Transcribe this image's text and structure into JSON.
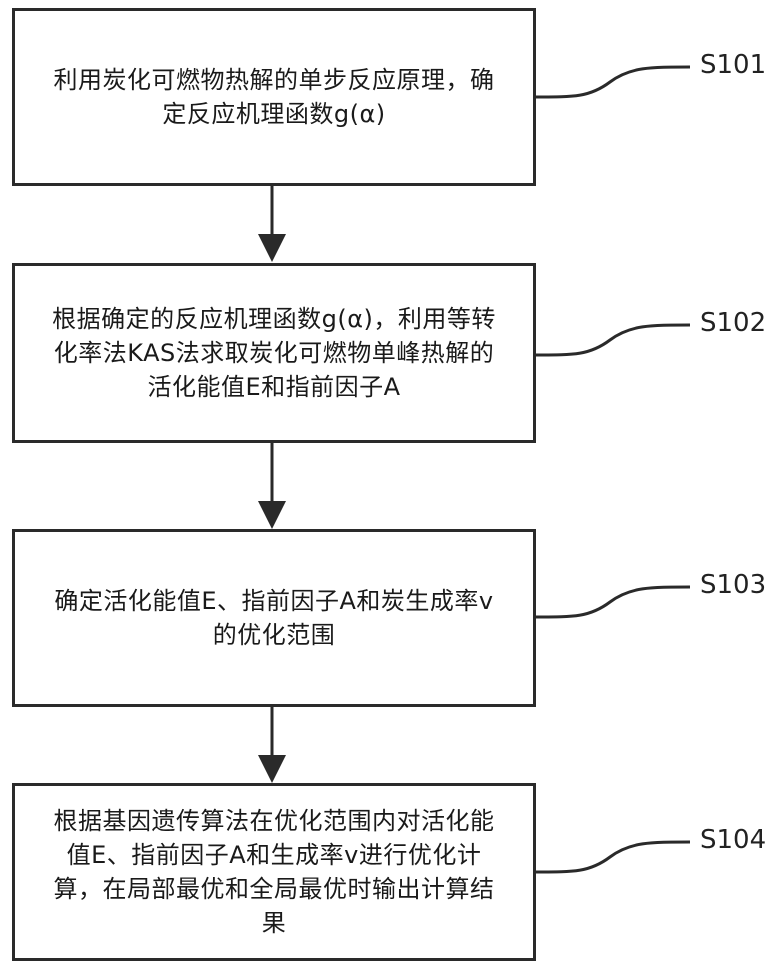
{
  "steps": [
    {
      "id": "S101",
      "text": "利用炭化可燃物热解的单步反应原理，确定反应机理函数g(α)"
    },
    {
      "id": "S102",
      "text": "根据确定的反应机理函数g(α)，利用等转化率法KAS法求取炭化可燃物单峰热解的活化能值E和指前因子A"
    },
    {
      "id": "S103",
      "text": "确定活化能值E、指前因子A和炭生成率v的优化范围"
    },
    {
      "id": "S104",
      "text": "根据基因遗传算法在优化范围内对活化能值E、指前因子A和生成率v进行优化计算，在局部最优和全局最优时输出计算结果"
    }
  ]
}
